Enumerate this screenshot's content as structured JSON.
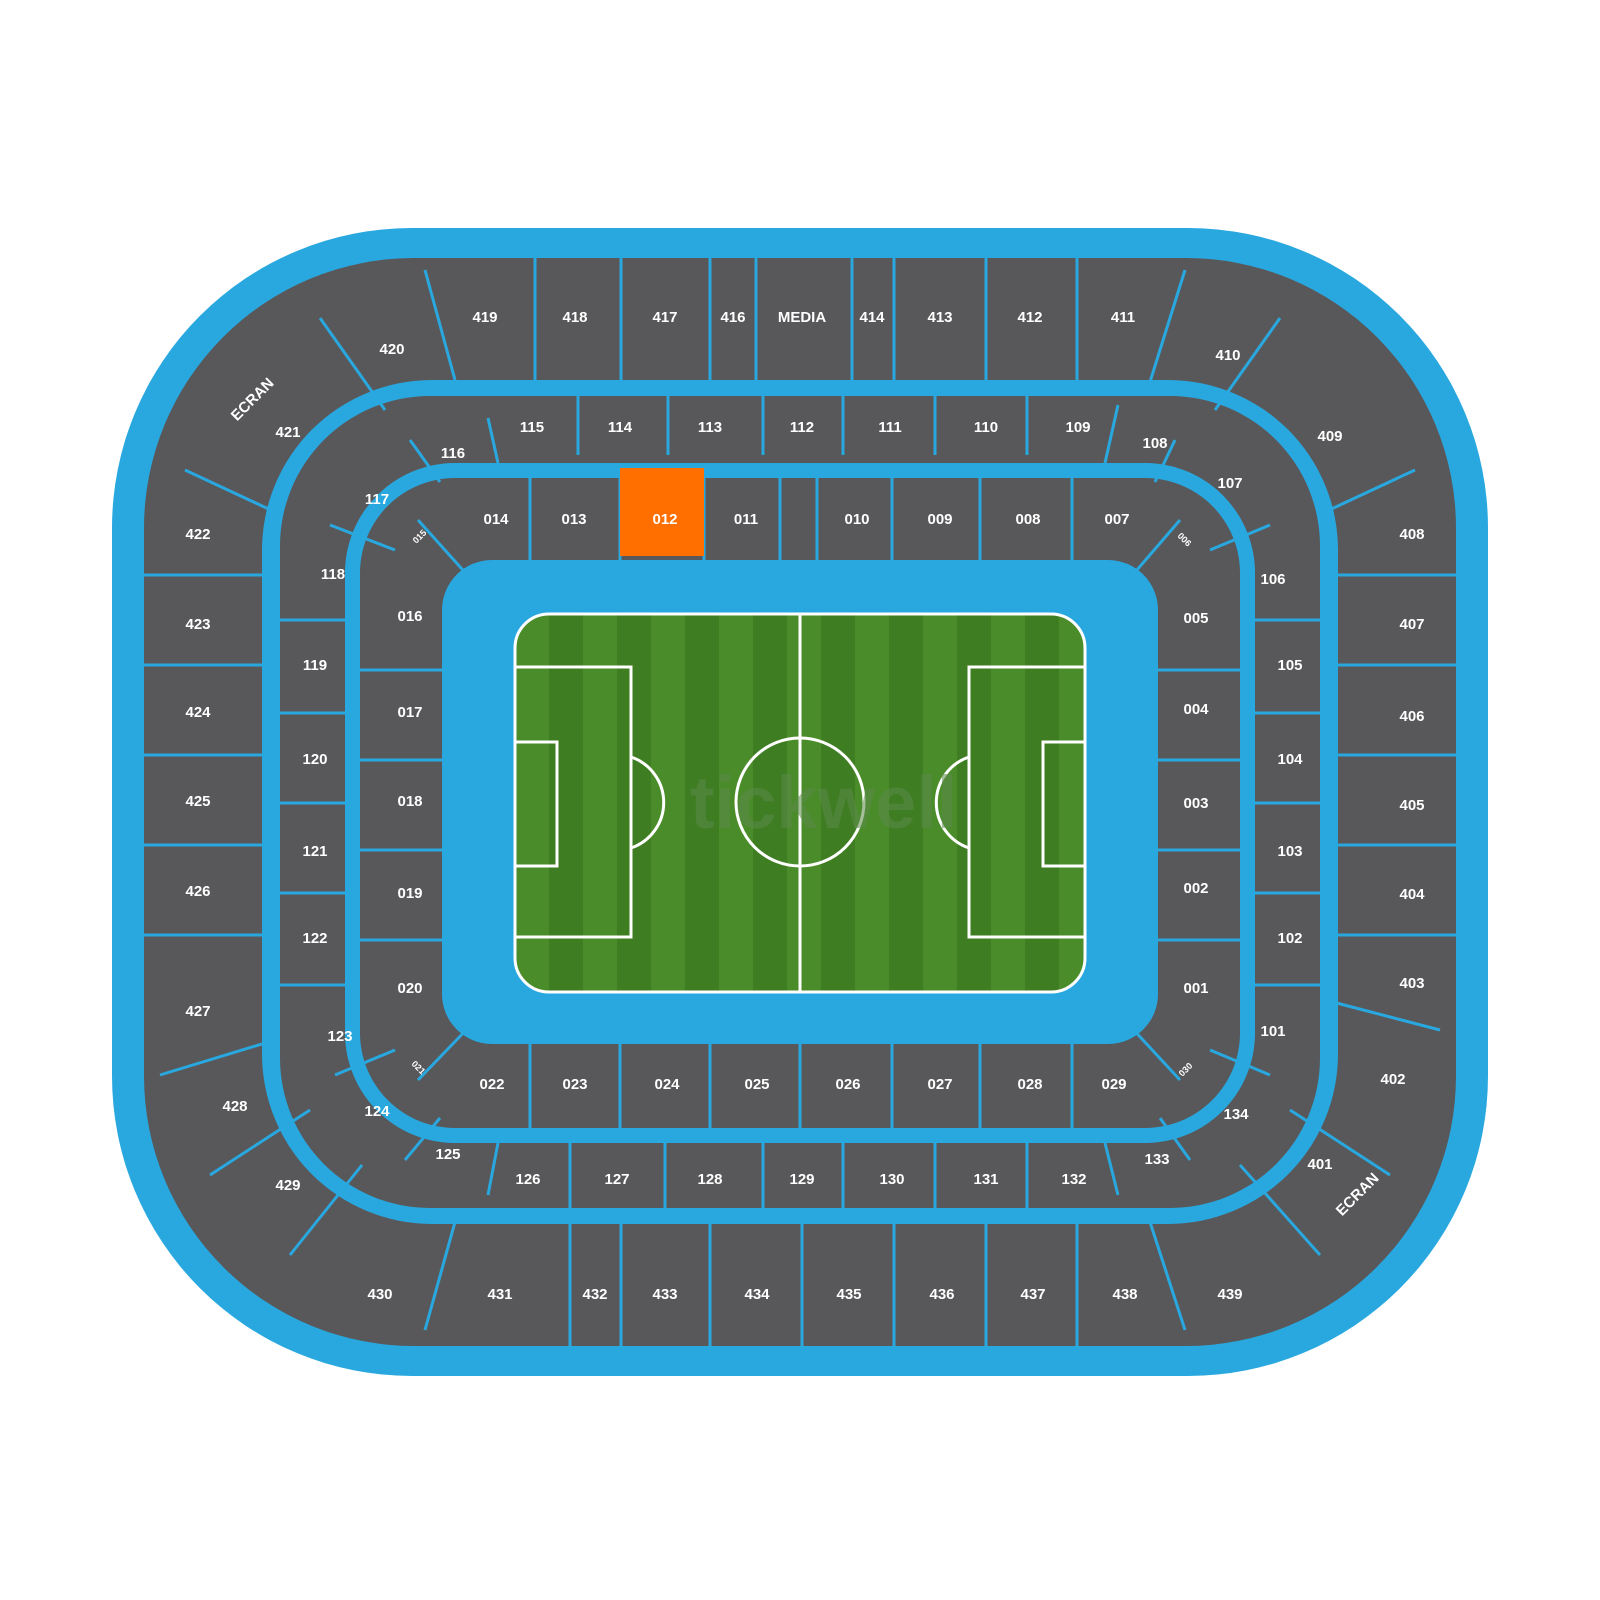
{
  "colors": {
    "ring": "#29a8e0",
    "section": "#58585a",
    "selected": "#ff6f00",
    "pitch_dark": "#3f7d22",
    "pitch_light": "#4a8c2a",
    "label": "#ffffff"
  },
  "selected_section": "012",
  "watermark": "tickwell",
  "sections": {
    "top_upper": [
      "419",
      "418",
      "417",
      "416",
      "MEDIA",
      "414",
      "413",
      "412",
      "411"
    ],
    "top_upper_corner_left": [
      "420",
      "421"
    ],
    "top_upper_corner_right": [
      "410",
      "409"
    ],
    "left_upper": [
      "422",
      "423",
      "424",
      "425",
      "426",
      "427"
    ],
    "right_upper": [
      "408",
      "407",
      "406",
      "405",
      "404",
      "403"
    ],
    "bottom_upper_corner_left": [
      "428",
      "429"
    ],
    "bottom_upper_corner_right": [
      "402",
      "401"
    ],
    "bottom_upper": [
      "430",
      "431",
      "432",
      "433",
      "434",
      "435",
      "436",
      "437",
      "438",
      "439"
    ],
    "top_middle": [
      "115",
      "114",
      "113",
      "112",
      "111",
      "110",
      "109"
    ],
    "top_middle_corner_left": [
      "116",
      "117",
      "118"
    ],
    "top_middle_corner_right": [
      "108",
      "107",
      "106"
    ],
    "left_middle": [
      "119",
      "120",
      "121",
      "122"
    ],
    "right_middle": [
      "105",
      "104",
      "103",
      "102"
    ],
    "bottom_middle_corner_left": [
      "123",
      "124",
      "125"
    ],
    "bottom_middle_corner_right": [
      "101",
      "134",
      "133"
    ],
    "bottom_middle": [
      "126",
      "127",
      "128",
      "129",
      "130",
      "131",
      "132"
    ],
    "top_lower": [
      "014",
      "013",
      "012",
      "011",
      "010",
      "009",
      "008",
      "007"
    ],
    "left_lower": [
      "016",
      "017",
      "018",
      "019",
      "020"
    ],
    "right_lower": [
      "005",
      "004",
      "003",
      "002",
      "001"
    ],
    "bottom_lower": [
      "022",
      "023",
      "024",
      "025",
      "026",
      "027",
      "028",
      "029"
    ],
    "vom_labels": [
      "015",
      "006",
      "021",
      "030"
    ],
    "screens": [
      "ECRAN",
      "ECRAN"
    ]
  }
}
